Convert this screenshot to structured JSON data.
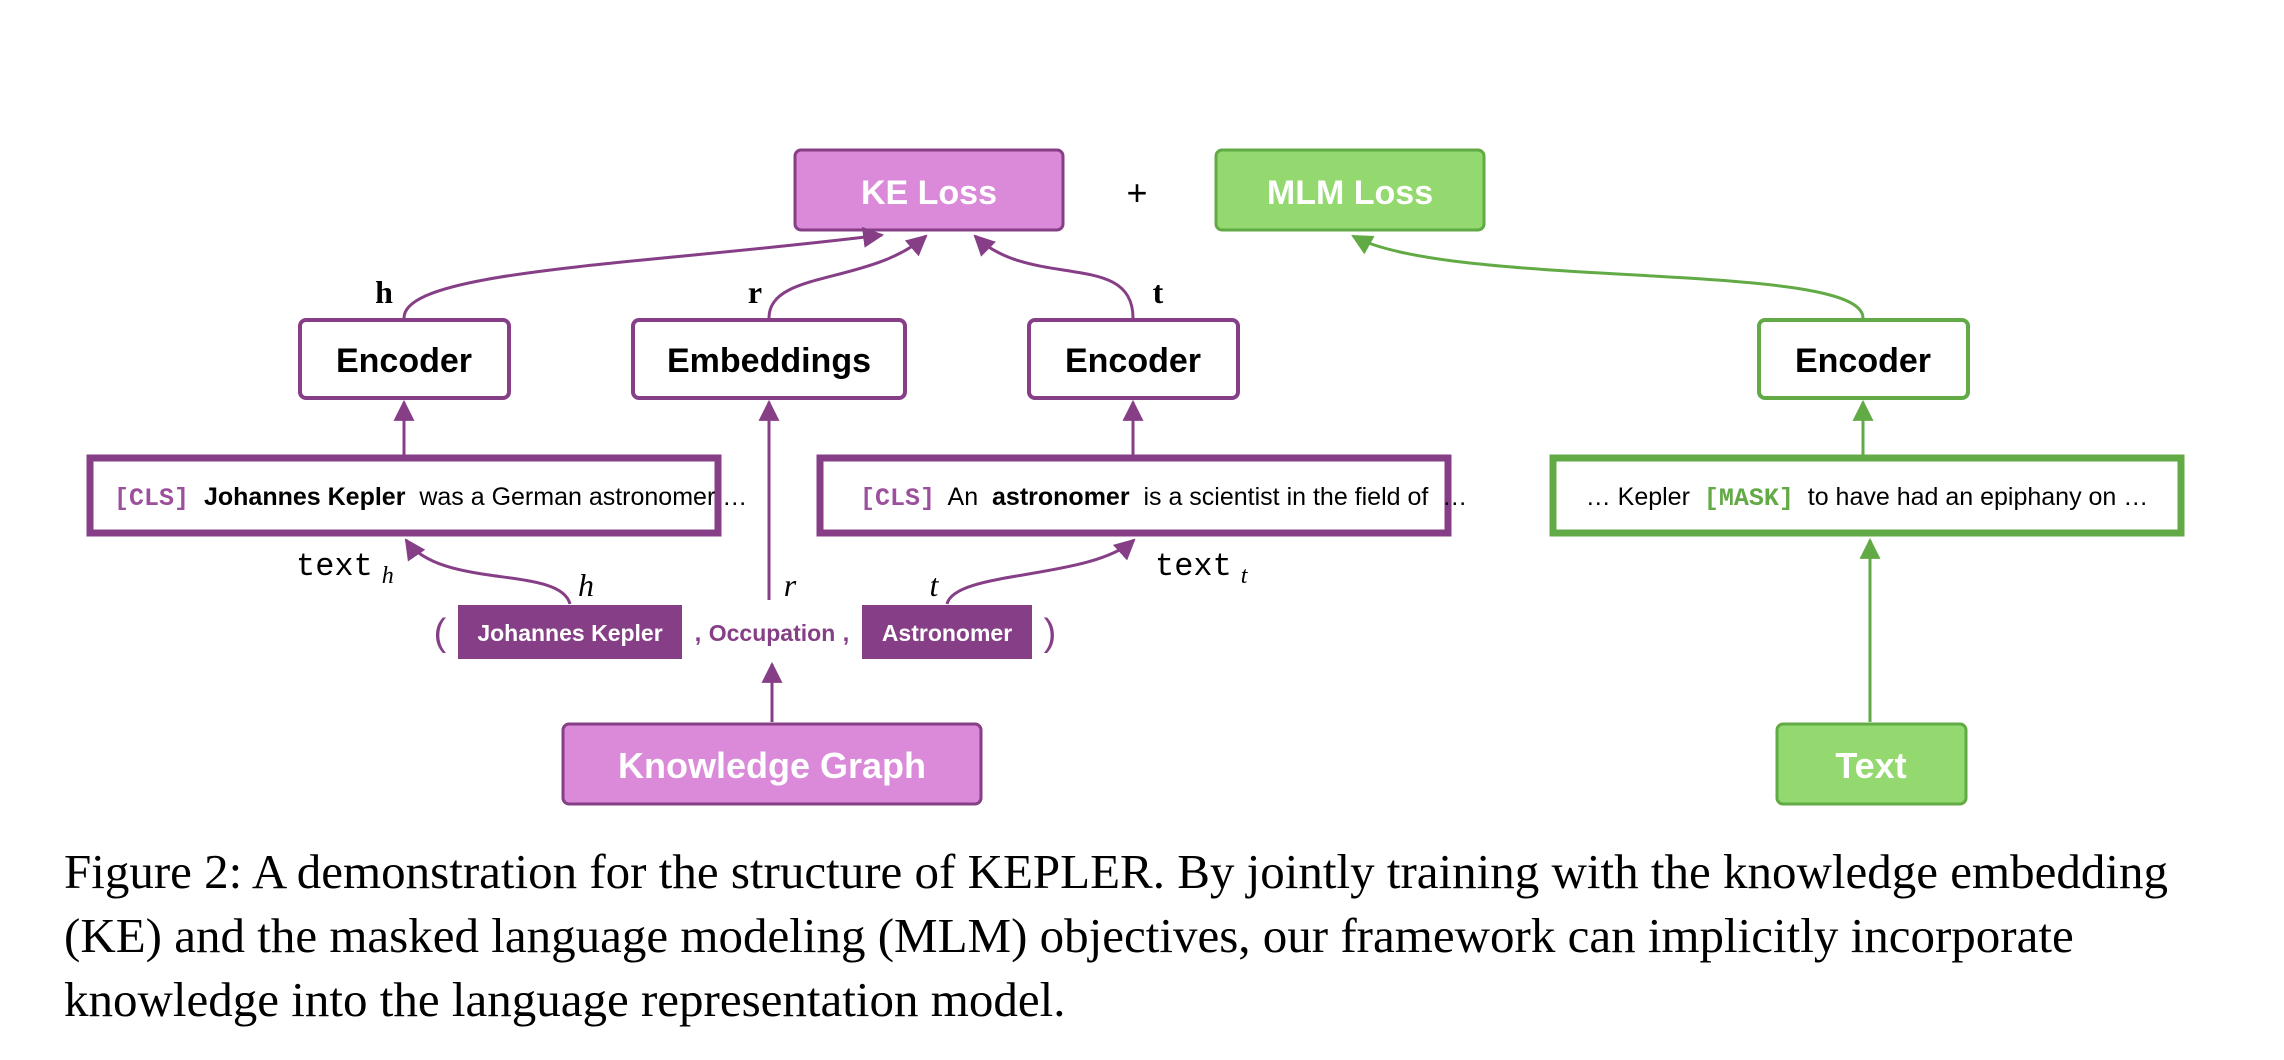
{
  "colors": {
    "purple_dark": "#863f87",
    "purple_light": "#da8ad8",
    "green_dark": "#62aa45",
    "green_light": "#93d96f",
    "cls_token": "#9c4f9c",
    "mask_token": "#62aa45"
  },
  "losses": {
    "ke_loss": "KE Loss",
    "plus": "+",
    "mlm_loss": "MLM Loss"
  },
  "labels": {
    "h_bold": "h",
    "r_bold": "r",
    "t_bold": "t",
    "text_h_base": "text",
    "text_h_sub": "h",
    "text_t_base": "text",
    "text_t_sub": "t",
    "h_italic": "h",
    "r_italic": "r",
    "t_italic": "t"
  },
  "modules": {
    "encoder_h": "Encoder",
    "embeddings": "Embeddings",
    "encoder_t": "Encoder",
    "encoder_text": "Encoder"
  },
  "texts": {
    "head_cls": "[CLS]",
    "head_entity": "Johannes Kepler",
    "head_rest": " was a German astronomer …",
    "tail_cls": "[CLS]",
    "tail_pre": " An ",
    "tail_entity": "astronomer",
    "tail_rest": " is a scientist in the field of  …",
    "mlm_pre": "… Kepler ",
    "mlm_mask": "[MASK]",
    "mlm_rest": " to have had an epiphany on …"
  },
  "triple": {
    "open_paren": "(",
    "head": "Johannes Kepler",
    "sep1": ",",
    "relation": "Occupation",
    "sep2": ",",
    "tail": "Astronomer",
    "close_paren": ")"
  },
  "sources": {
    "knowledge_graph": "Knowledge Graph",
    "text": "Text"
  },
  "caption": "Figure 2:  A demonstration for the structure of KEPLER. By jointly training with the knowledge embedding (KE) and the masked language modeling (MLM) objectives, our framework can implicitly incorporate knowledge into the language representation model."
}
